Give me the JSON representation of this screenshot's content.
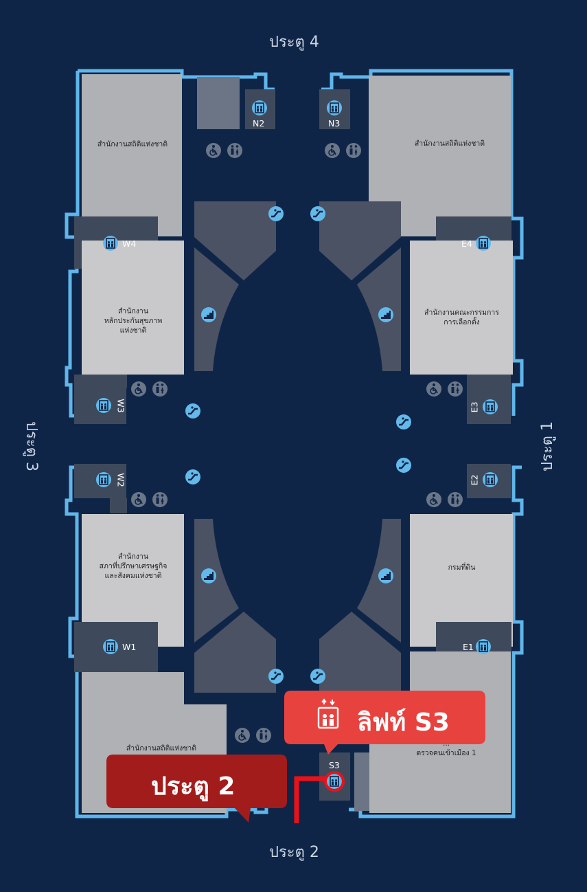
{
  "gates": {
    "north": "ประตู 4",
    "east": "ประตู 1",
    "south": "ประตู 2",
    "west": "ประตู 3"
  },
  "rooms": {
    "nw": "สำนักงานสถิติแห่งชาติ",
    "ne": "สำนักงานสถิติแห่งชาติ",
    "w_upper": [
      "สำนักงาน",
      "หลักประกันสุขภาพ",
      "แห่งชาติ"
    ],
    "e_upper": [
      "สำนักงานคณะกรรมการ",
      "การเลือกตั้ง"
    ],
    "w_lower": [
      "สำนักงาน",
      "สภาที่ปรึกษาเศรษฐกิจ",
      "และสังคมแห่งชาติ"
    ],
    "e_lower": "กรมที่ดิน",
    "sw": "สำนักงานสถิติแห่งชาติ",
    "se": [
      "...",
      "ตรวจคนเข้าเมือง 1"
    ]
  },
  "lifts": {
    "n2": "N2",
    "n3": "N3",
    "w4": "W4",
    "w3": "W3",
    "w2": "W2",
    "w1": "W1",
    "e4": "E4",
    "e3": "E3",
    "e2": "E2",
    "e1": "E1",
    "s3": "S3"
  },
  "callouts": {
    "lift": "ลิฟท์ S3",
    "gate": "ประตู 2"
  },
  "icons": {
    "lift": "elevator-icon",
    "escalator": "escalator-icon",
    "stairs": "stairs-icon",
    "wheelchair": "wheelchair-icon",
    "restroom": "restroom-icon"
  },
  "colors": {
    "background": "#0f2548",
    "outline": "#5fb6ea",
    "room_light": "#c9c9cc",
    "room_gray": "#b0b1b5",
    "lift_block": "#3e4a5c",
    "icon": "#63b9ea",
    "highlight_red": "#e8423f",
    "gate_badge": "#a31c1c"
  }
}
